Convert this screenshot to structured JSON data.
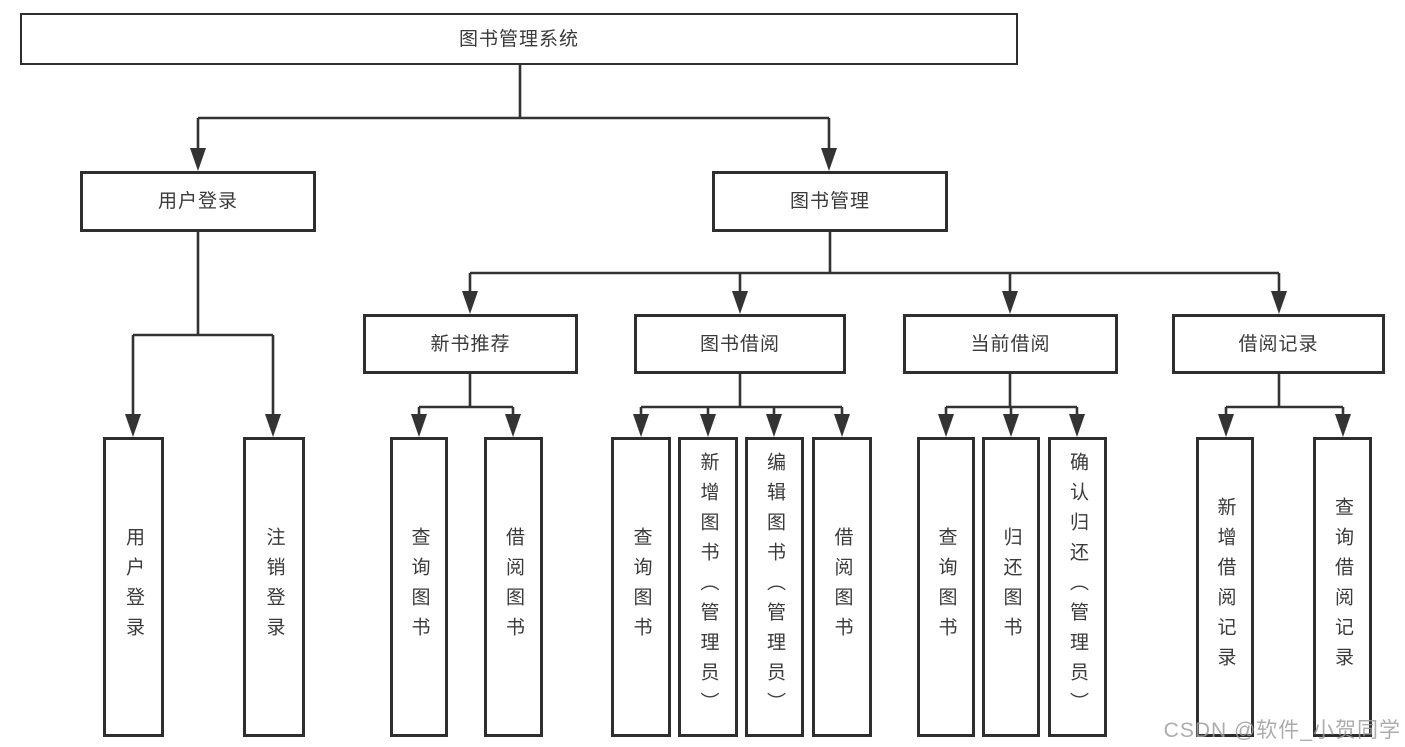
{
  "diagram": {
    "root": "图书管理系统",
    "branches": [
      {
        "label": "用户登录",
        "children": [
          {
            "label": "用户登录"
          },
          {
            "label": "注销登录"
          }
        ]
      },
      {
        "label": "图书管理",
        "children": [
          {
            "label": "新书推荐",
            "children": [
              {
                "label": "查询图书"
              },
              {
                "label": "借阅图书"
              }
            ]
          },
          {
            "label": "图书借阅",
            "children": [
              {
                "label": "查询图书"
              },
              {
                "label": "新增图书（管理员）"
              },
              {
                "label": "编辑图书（管理员）"
              },
              {
                "label": "借阅图书"
              }
            ]
          },
          {
            "label": "当前借阅",
            "children": [
              {
                "label": "查询图书"
              },
              {
                "label": "归还图书"
              },
              {
                "label": "确认归还（管理员）"
              }
            ]
          },
          {
            "label": "借阅记录",
            "children": [
              {
                "label": "新增借阅记录"
              },
              {
                "label": "查询借阅记录"
              }
            ]
          }
        ]
      }
    ],
    "line_color": "#333333"
  },
  "watermark": "CSDN @软件_小贺同学"
}
